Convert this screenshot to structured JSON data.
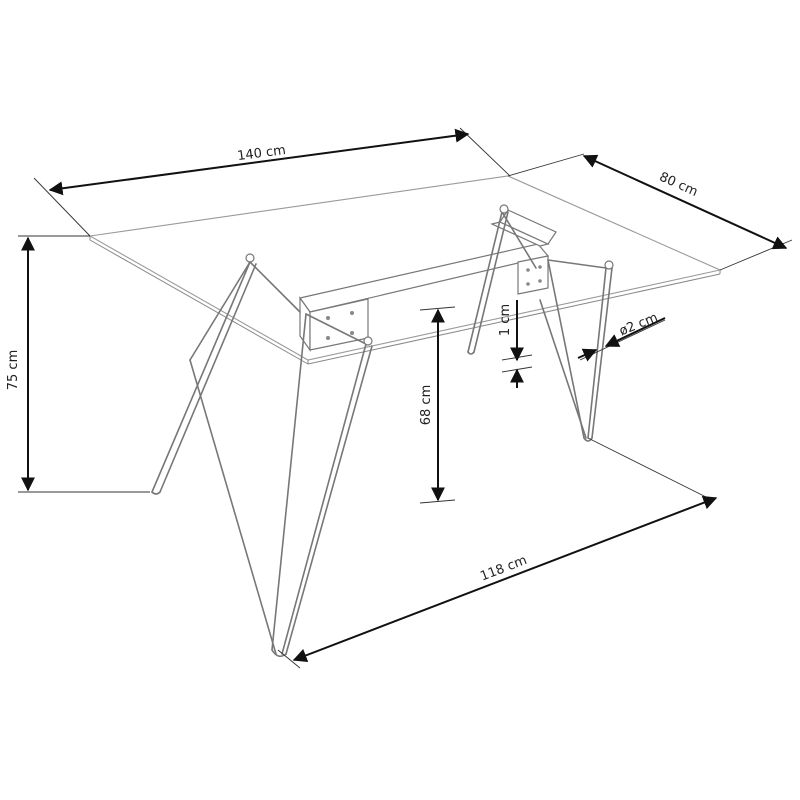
{
  "dimensions": {
    "length": "140 cm",
    "depth": "80 cm",
    "height": "75 cm",
    "inner_height": "68 cm",
    "glass_thickness": "1 cm",
    "leg_diameter": "ø2 cm",
    "leg_span": "118 cm"
  },
  "colors": {
    "line": "#777777",
    "dimension": "#111111",
    "background": "#ffffff"
  }
}
